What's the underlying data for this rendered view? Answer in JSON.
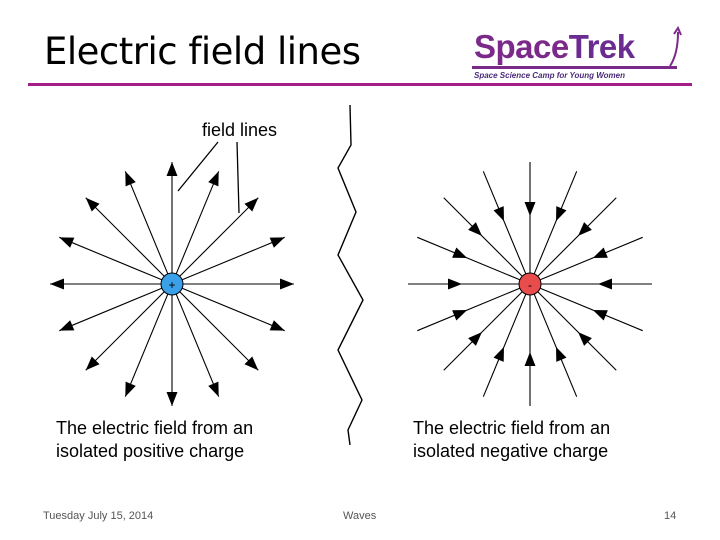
{
  "slide": {
    "title": "Electric field lines",
    "logo": {
      "brand_part1": "Space",
      "brand_part2": "Trek",
      "tagline": "Space Science Camp for Young Women",
      "color": "#7b2a8a"
    },
    "accent_rule_color": "#a51d87"
  },
  "diagram": {
    "field_lines_label": "field lines",
    "positive": {
      "symbol": "+",
      "color": "#3aa0e8",
      "caption_line1": "The electric field from an",
      "caption_line2": "isolated positive charge"
    },
    "negative": {
      "symbol": "-",
      "color": "#e84c4c",
      "caption_line1": "The electric field from an",
      "caption_line2": "isolated negative charge"
    }
  },
  "footer": {
    "date": "Tuesday July 15, 2014",
    "center": "Waves",
    "page_number": "14"
  }
}
